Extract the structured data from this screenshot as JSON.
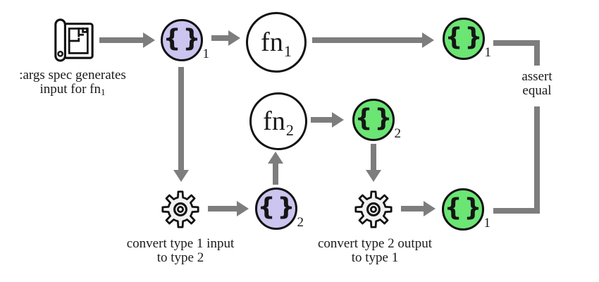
{
  "colors": {
    "background": "#ffffff",
    "type1_fill": "#cbc5ef",
    "type2_fill": "#6be574",
    "arrow": "#7d7d7d",
    "stroke": "#111111",
    "text": "#1a1a1a",
    "gear_fill": "#f1f1f1"
  },
  "nodes": {
    "input1": {
      "text": "{}",
      "sub": "1"
    },
    "input2": {
      "text": "{}",
      "sub": "2"
    },
    "fn1": {
      "text": "fn",
      "sub": "1"
    },
    "fn2": {
      "text": "fn",
      "sub": "2"
    },
    "output1_top": {
      "text": "{}",
      "sub": "1"
    },
    "output2": {
      "text": "{}",
      "sub": "2"
    },
    "output1_bottom": {
      "text": "{}",
      "sub": "1"
    }
  },
  "labels": {
    "spec_line1": ":args spec generates",
    "spec_line2": "input for fn",
    "spec_sub": "1",
    "convert1_line1": "convert type 1 input",
    "convert1_line2": "to type 2",
    "convert2_line1": "convert type 2 output",
    "convert2_line2": "to type 1",
    "assert_line1": "assert",
    "assert_line2": "equal"
  },
  "icons": {
    "spec": "blueprint-floor-plan-icon",
    "convert_input": "gear-icon",
    "convert_output": "gear-icon"
  }
}
